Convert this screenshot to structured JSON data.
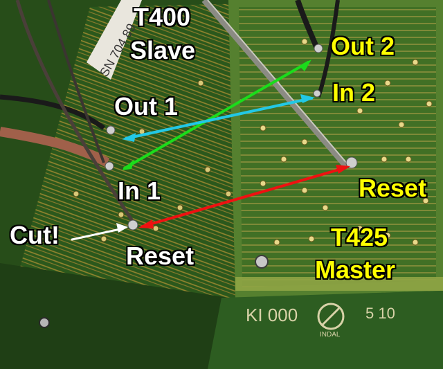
{
  "labels": {
    "t400_line1": "T400",
    "t400_line2": "Slave",
    "out1": "Out 1",
    "in1": "In 1",
    "cut": "Cut!",
    "reset_left": "Reset",
    "out2": "Out 2",
    "in2": "In 2",
    "reset_right": "Reset",
    "t425_line1": "T425",
    "t425_line2": "Master"
  },
  "silkscreen": {
    "serial": "SN 704 89",
    "code": "KI 000",
    "maker": "INDAL",
    "num": "5 10"
  },
  "colors": {
    "board_green": "#2f5a1e",
    "board_dark": "#21411a",
    "trace_gold": "#b99a3a",
    "pad_gold": "#c9a644",
    "arrow_green": "#1bdc1b",
    "arrow_cyan": "#22c8e6",
    "arrow_red": "#ee1111",
    "label_white": "#ffffff",
    "label_yellow": "#ffff00"
  }
}
